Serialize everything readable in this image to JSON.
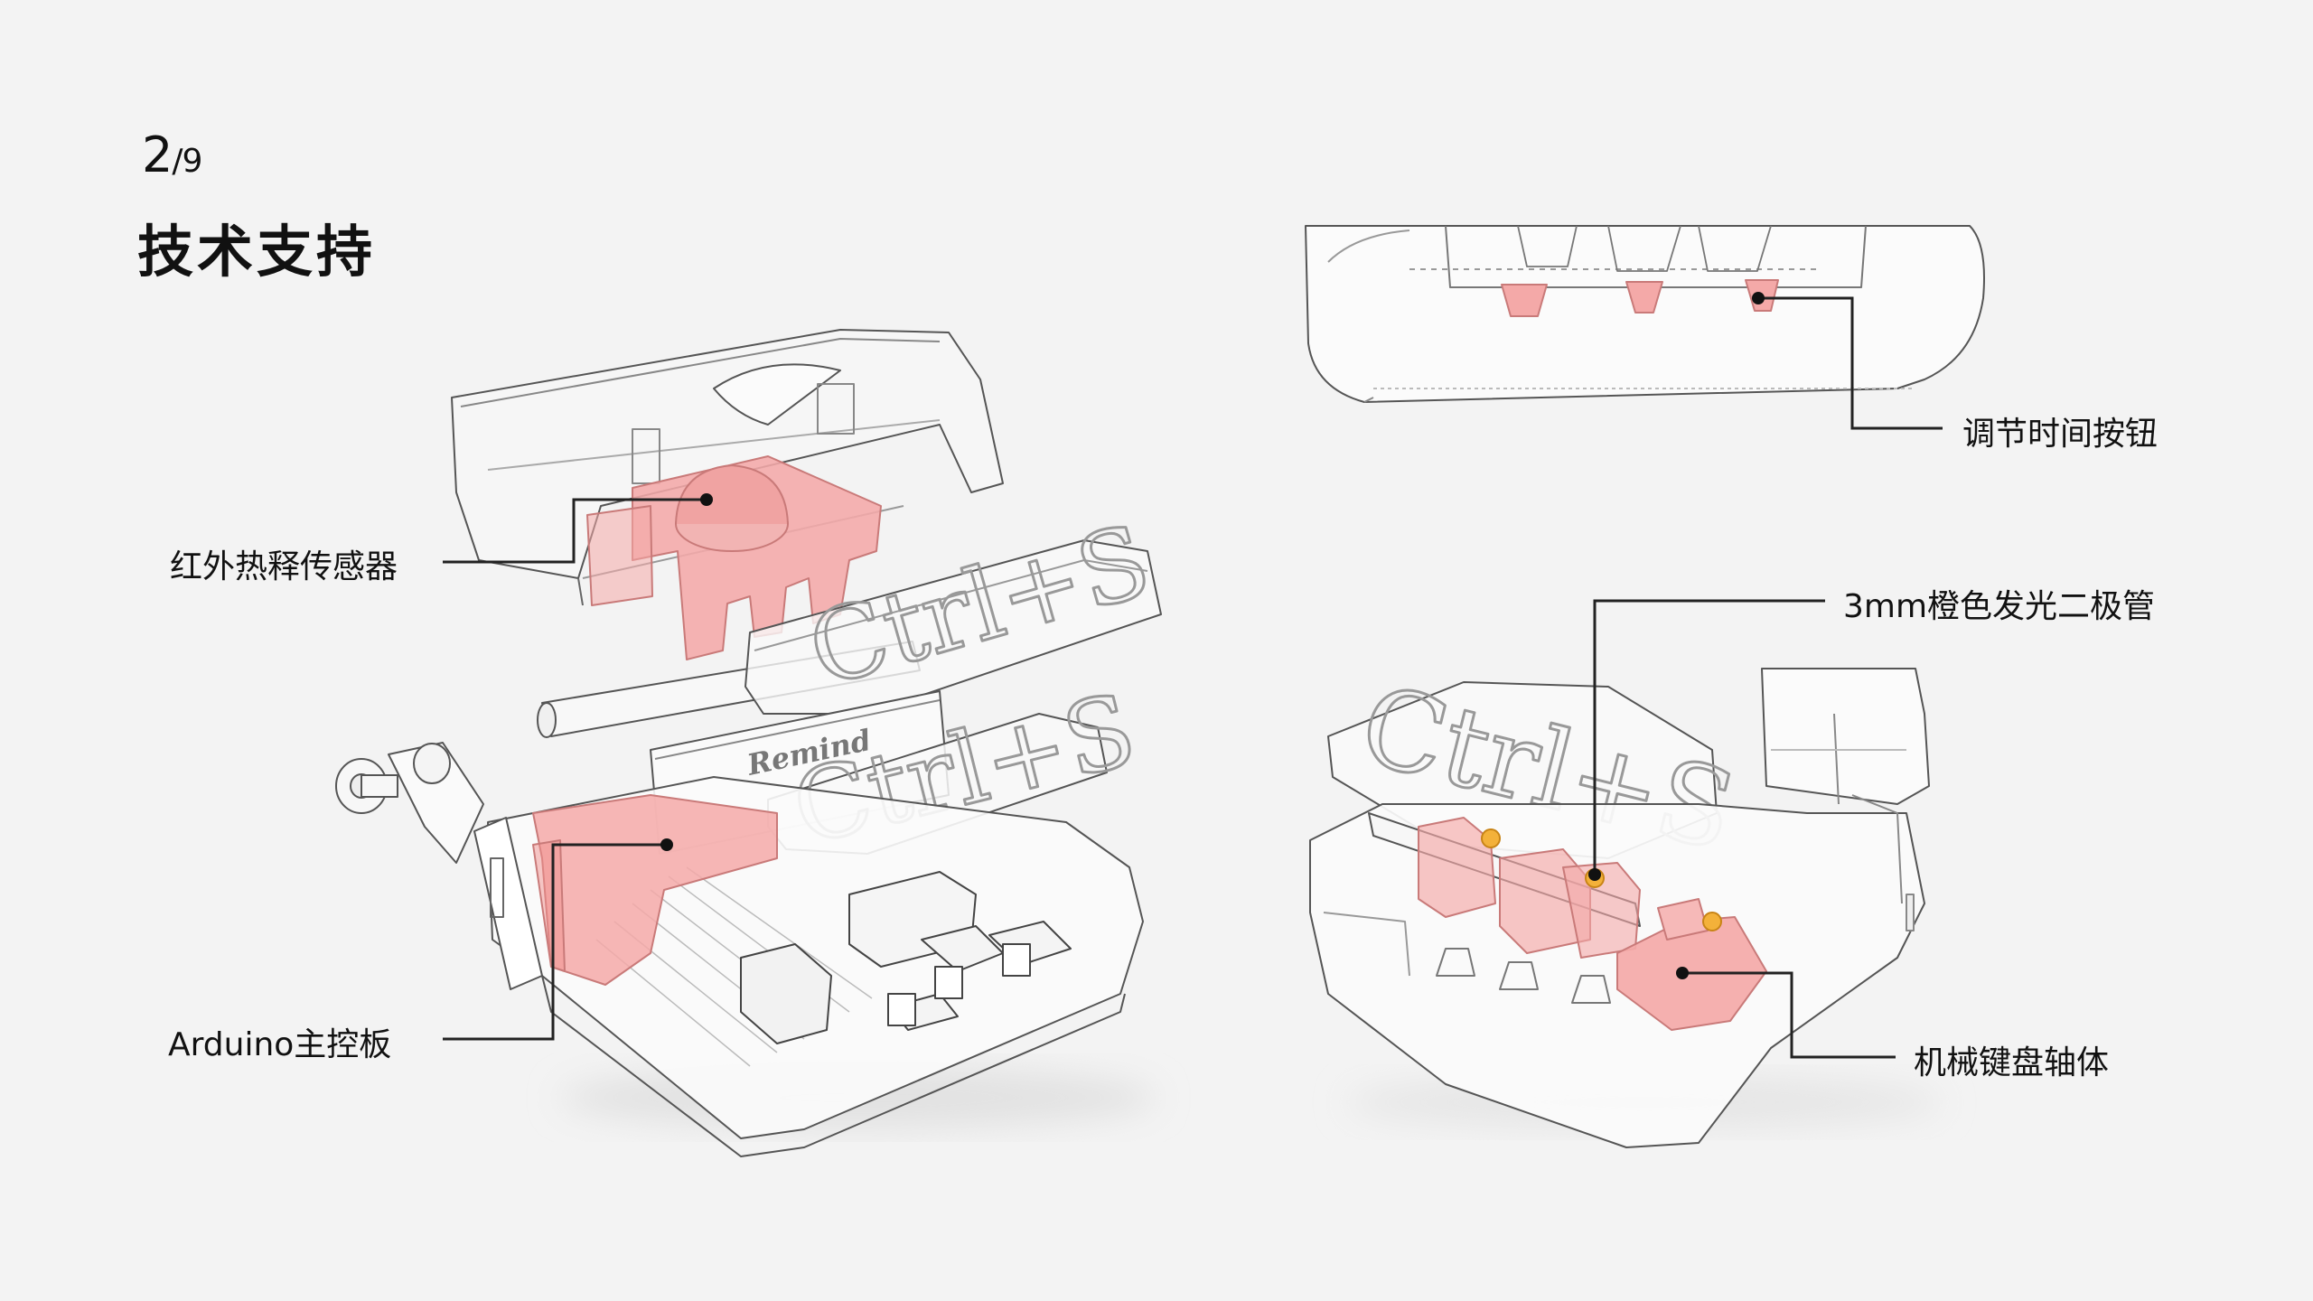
{
  "page": {
    "current": "2",
    "separator_total": "/9",
    "title": "技术支持"
  },
  "callouts": {
    "pir_sensor": "红外热释传感器",
    "arduino": "Arduino主控板",
    "time_button": "调节时间按钮",
    "led": "3mm橙色发光二极管",
    "switch": "机械键盘轴体"
  },
  "decor_text": {
    "logo_script": "Remind",
    "ctrl_s": "Ctrl+S"
  },
  "colors": {
    "highlight": "#f4a9a8",
    "highlight_edge": "#e58c8b",
    "line": "#222222",
    "led": "#f3b13a"
  }
}
